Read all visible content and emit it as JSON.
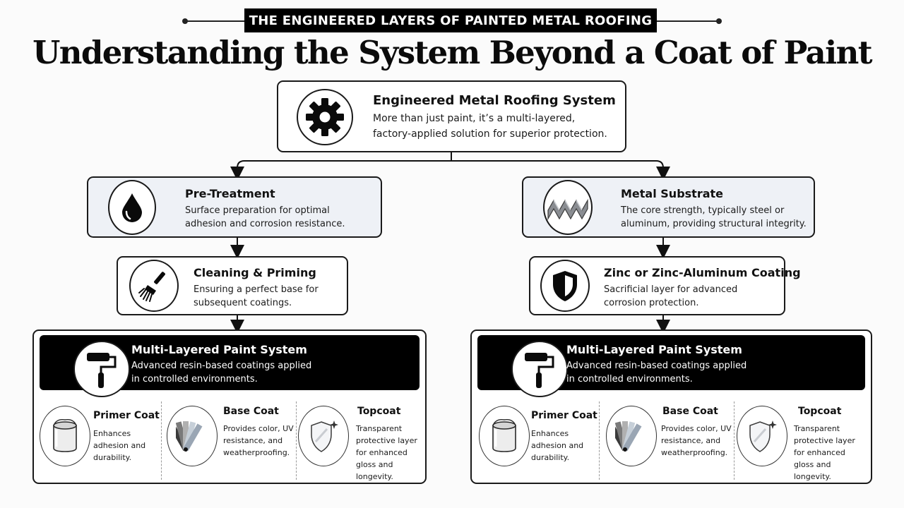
{
  "header": {
    "kicker": "THE ENGINEERED LAYERS OF PAINTED METAL ROOFING",
    "title": "Understanding the System Beyond a Coat of Paint"
  },
  "root": {
    "icon": "gear-icon",
    "title": "Engineered Metal Roofing System",
    "description": "More than just paint, it’s a multi-layered, factory-applied solution for superior protection."
  },
  "left_branch": {
    "pre_treatment": {
      "icon": "water-drop-icon",
      "title": "Pre-Treatment",
      "description": "Surface preparation for optimal adhesion and corrosion resistance."
    },
    "cleaning_priming": {
      "icon": "brush-icon",
      "title": "Cleaning & Priming",
      "description": "Ensuring a perfect base for subsequent coatings."
    },
    "paint_system": {
      "icon": "paint-roller-icon",
      "title": "Multi-Layered Paint System",
      "description": "Advanced resin-based coatings applied in controlled environments.",
      "coats": [
        {
          "icon": "paint-can-icon",
          "title": "Primer Coat",
          "description": "Enhances adhesion and durability."
        },
        {
          "icon": "color-swatch-icon",
          "title": "Base Coat",
          "description": "Provides color, UV resistance, and weatherproofing."
        },
        {
          "icon": "shield-sparkle-icon",
          "title": "Topcoat",
          "description": "Transparent protective layer for enhanced gloss and longevity."
        }
      ]
    }
  },
  "right_branch": {
    "metal_substrate": {
      "icon": "corrugated-metal-icon",
      "title": "Metal Substrate",
      "description": "The core strength, typically steel or aluminum, providing structural integrity."
    },
    "zinc_coating": {
      "icon": "shield-icon",
      "title": "Zinc or Zinc-Aluminum Coating",
      "description": "Sacrificial layer for advanced corrosion protection."
    },
    "paint_system": {
      "icon": "paint-roller-icon",
      "title": "Multi-Layered Paint System",
      "description": "Advanced resin-based coatings applied in controlled environments.",
      "coats": [
        {
          "icon": "paint-can-icon",
          "title": "Primer Coat",
          "description": "Enhances adhesion and durability."
        },
        {
          "icon": "color-swatch-icon",
          "title": "Base Coat",
          "description": "Provides color, UV resistance, and weatherproofing."
        },
        {
          "icon": "shield-sparkle-icon",
          "title": "Topcoat",
          "description": "Transparent protective layer for enhanced gloss and longevity."
        }
      ]
    }
  },
  "colors": {
    "ink": "#111111",
    "header_fill": "#000000",
    "tinted_box": "#eef1f6",
    "background": "#fbfbfb"
  }
}
